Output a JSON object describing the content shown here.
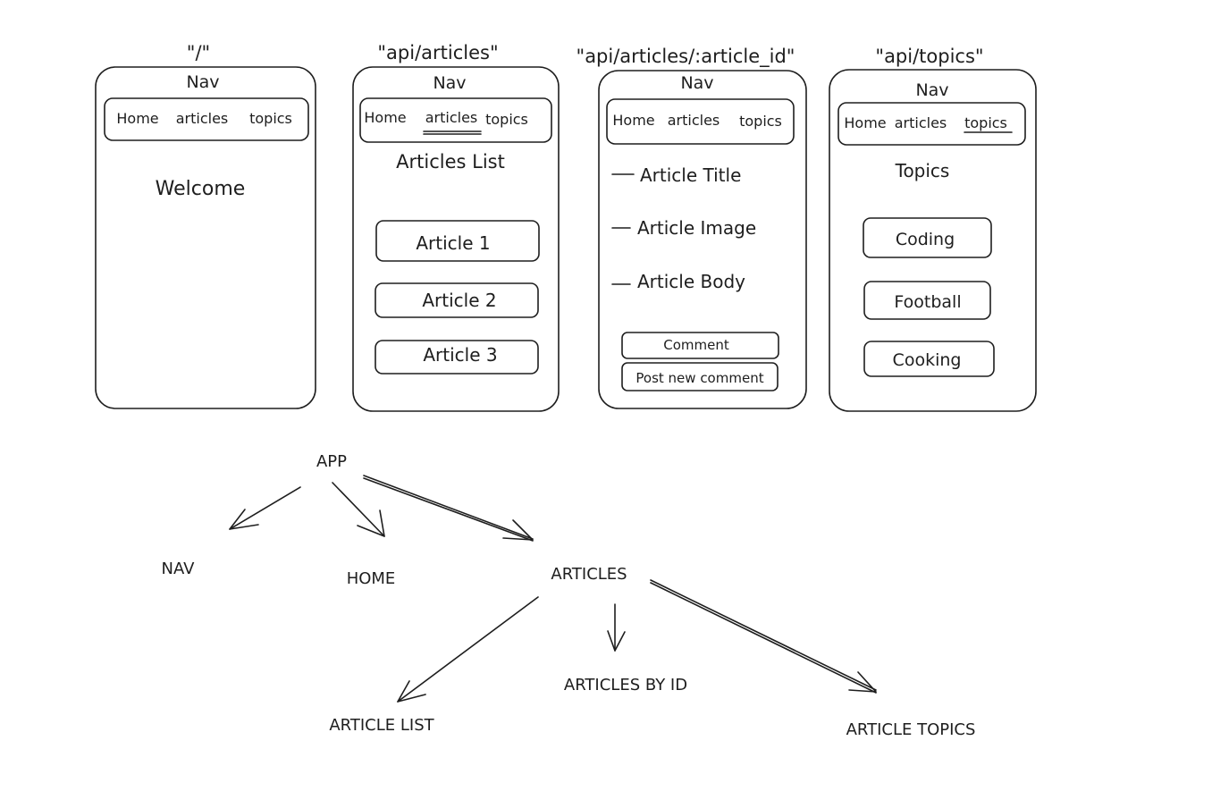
{
  "screens": [
    {
      "route": "\"/\"",
      "nav_title": "Nav",
      "nav_items": [
        "Home",
        "articles",
        "topics"
      ],
      "active_nav": "",
      "heading": "Welcome",
      "items": []
    },
    {
      "route": "\"api/articles\"",
      "nav_title": "Nav",
      "nav_items": [
        "Home",
        "articles",
        "topics"
      ],
      "active_nav": "articles",
      "heading": "Articles List",
      "items": [
        "Article 1",
        "Article 2",
        "Article 3"
      ]
    },
    {
      "route": "\"api/articles/:article_id\"",
      "nav_title": "Nav",
      "nav_items": [
        "Home",
        "articles",
        "topics"
      ],
      "active_nav": "",
      "fields": [
        "Article Title",
        "Article Image",
        "Article Body"
      ],
      "buttons": [
        "Comment",
        "Post new comment"
      ]
    },
    {
      "route": "\"api/topics\"",
      "nav_title": "Nav",
      "nav_items": [
        "Home",
        "articles",
        "topics"
      ],
      "active_nav": "topics",
      "heading": "Topics",
      "items": [
        "Coding",
        "Football",
        "Cooking"
      ]
    }
  ],
  "tree": {
    "root": "APP",
    "nodes": {
      "nav": "NAV",
      "home": "HOME",
      "articles": "ARTICLES",
      "article_list": "ARTICLE LIST",
      "articles_by_id": "ARTICLES BY ID",
      "article_topics": "ARTICLE TOPICS"
    }
  }
}
